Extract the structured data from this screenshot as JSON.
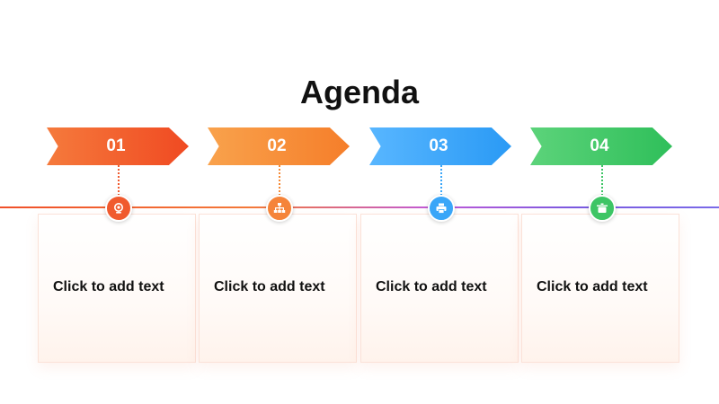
{
  "title": "Agenda",
  "steps": [
    {
      "number": "01",
      "text": "Click to add text",
      "icon": "webcam-icon",
      "color": "#f05a2e"
    },
    {
      "number": "02",
      "text": "Click to add text",
      "icon": "hierarchy-icon",
      "color": "#f5843a"
    },
    {
      "number": "03",
      "text": "Click to add text",
      "icon": "printer-icon",
      "color": "#3aa6f8"
    },
    {
      "number": "04",
      "text": "Click to add text",
      "icon": "pot-icon",
      "color": "#3dc565"
    }
  ]
}
